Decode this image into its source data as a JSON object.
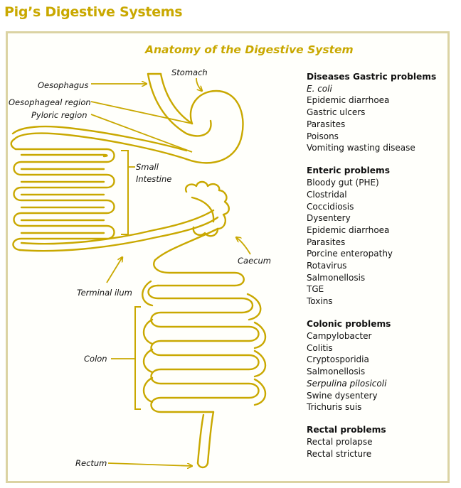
{
  "page_title": "Pig’s Digestive Systems",
  "diagram_title": "Anatomy of the Digestive System",
  "labels": {
    "stomach": "Stomach",
    "oesophagus": "Oesophagus",
    "oesophageal_region": "Oesophageal region",
    "pyloric_region": "Pyloric region",
    "small_intestine": "Small\nIntestine",
    "caecum": "Caecum",
    "terminal_ilum": "Terminal ilum",
    "colon": "Colon",
    "rectum": "Rectum"
  },
  "colors": {
    "accent": "#c9a800",
    "frame_border": "#dbd3a3"
  },
  "problem_groups": [
    {
      "heading": "Diseases Gastric problems",
      "items": [
        {
          "text": "E. coli",
          "italic": true
        },
        {
          "text": "Epidemic diarrhoea",
          "italic": false
        },
        {
          "text": "Gastric ulcers",
          "italic": false
        },
        {
          "text": "Parasites",
          "italic": false
        },
        {
          "text": "Poisons",
          "italic": false
        },
        {
          "text": "Vomiting wasting disease",
          "italic": false
        }
      ]
    },
    {
      "heading": "Enteric problems",
      "items": [
        {
          "text": "Bloody gut (PHE)",
          "italic": false
        },
        {
          "text": "Clostridal",
          "italic": false
        },
        {
          "text": "Coccidiosis",
          "italic": false
        },
        {
          "text": "Dysentery",
          "italic": false
        },
        {
          "text": "Epidemic diarrhoea",
          "italic": false
        },
        {
          "text": "Parasites",
          "italic": false
        },
        {
          "text": "Porcine enteropathy",
          "italic": false
        },
        {
          "text": "Rotavirus",
          "italic": false
        },
        {
          "text": "Salmonellosis",
          "italic": false
        },
        {
          "text": "TGE",
          "italic": false
        },
        {
          "text": "Toxins",
          "italic": false
        }
      ]
    },
    {
      "heading": "Colonic problems",
      "items": [
        {
          "text": "Campylobacter",
          "italic": false
        },
        {
          "text": "Colitis",
          "italic": false
        },
        {
          "text": "Cryptosporidia",
          "italic": false
        },
        {
          "text": "Salmonellosis",
          "italic": false
        },
        {
          "text": "Serpulina pilosicoli",
          "italic": true
        },
        {
          "text": "Swine dysentery",
          "italic": false
        },
        {
          "text": "Trichuris suis",
          "italic": false
        }
      ]
    },
    {
      "heading": "Rectal problems",
      "items": [
        {
          "text": "Rectal prolapse",
          "italic": false
        },
        {
          "text": "Rectal stricture",
          "italic": false
        }
      ]
    }
  ]
}
